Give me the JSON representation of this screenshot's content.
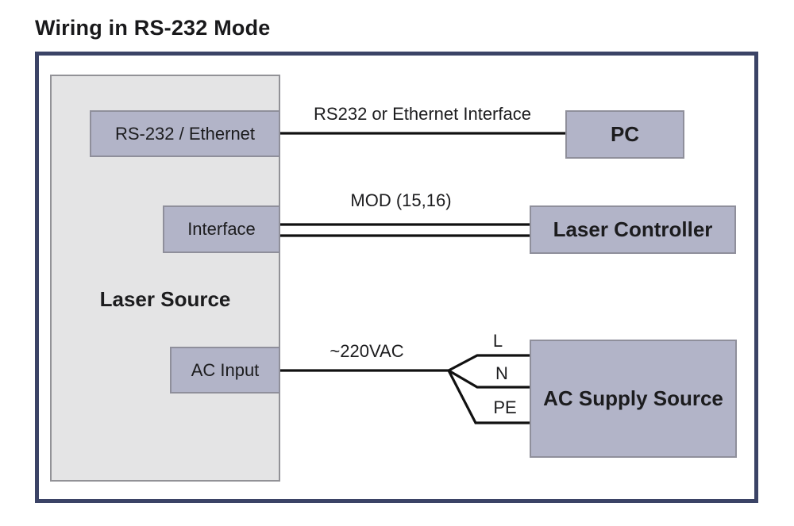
{
  "title": "Wiring in RS-232 Mode",
  "diagram": {
    "laser_source": {
      "label": "Laser Source"
    },
    "ports": {
      "rs232": "RS-232 / Ethernet",
      "interface": "Interface",
      "ac_input": "AC Input"
    },
    "devices": {
      "pc": "PC",
      "laser_controller": "Laser Controller",
      "ac_supply": "AC Supply Source"
    },
    "connections": {
      "rs232_label": "RS232 or Ethernet Interface",
      "mod_label": "MOD (15,16)",
      "ac_label": "~220VAC",
      "wire_l": "L",
      "wire_n": "N",
      "wire_pe": "PE"
    },
    "colors": {
      "box_fill": "#b2b4c8",
      "box_border": "#8f8f9b",
      "source_fill": "#e4e4e5",
      "source_border": "#929297",
      "frame_border": "#3b4366",
      "line_color": "#111111"
    }
  }
}
